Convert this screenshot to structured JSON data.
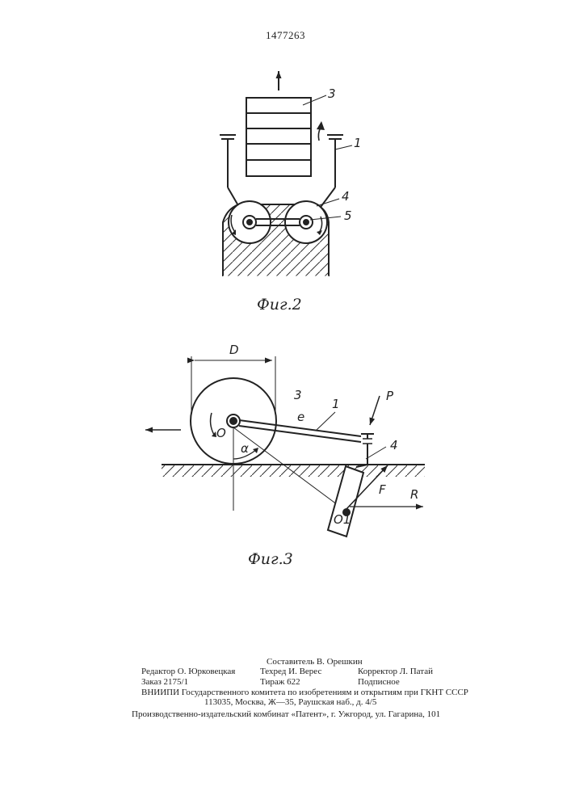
{
  "patent_number": "1477263",
  "figure2": {
    "caption": "Фиг.2",
    "labels": {
      "body": "3",
      "frame": "1",
      "roller": "4",
      "axle": "5"
    }
  },
  "figure3": {
    "caption": "Фиг.3",
    "labels": {
      "diameter": "D",
      "body": "3",
      "center": "O",
      "angle": "α",
      "arm_length": "e",
      "arm": "1",
      "force_p": "P",
      "support": "4",
      "force_f": "F",
      "force_r": "R",
      "pivot": "O1"
    }
  },
  "imprint": {
    "compiler": "Составитель В. Орешкин",
    "editor": "Редактор О. Юрковецкая",
    "techred": "Техред И. Верес",
    "corrector": "Корректор Л. Патай",
    "order": "Заказ 2175/1",
    "circulation": "Тираж 622",
    "subscription": "Подписное",
    "institute": "ВНИИПИ Государственного комитета по изобретениям и открытиям при ГКНТ СССР",
    "address": "113035, Москва, Ж—35, Раушская наб., д. 4/5",
    "publisher": "Производственно-издательский комбинат «Патент», г. Ужгород, ул. Гагарина, 101"
  }
}
